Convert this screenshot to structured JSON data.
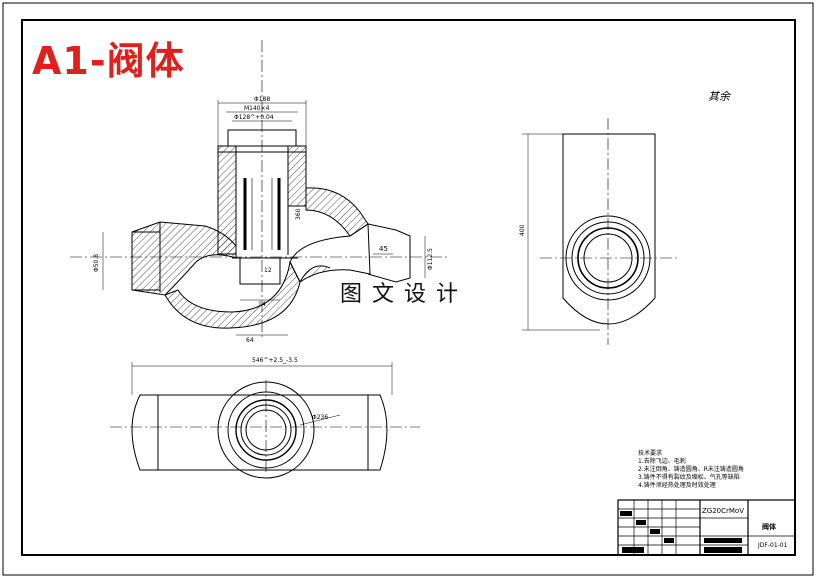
{
  "drawing": {
    "title_label": "A1-阀体",
    "watermark": "图文设计",
    "roughness_note": "其余",
    "dimensions": {
      "top_width_1": "Φ188",
      "top_width_2": "M140×4",
      "bore_fit": "Φ128^+0.04",
      "height_r": "360",
      "shaft_dia_1": "Φ50.8",
      "shaft_dia_2": "Φ112.5",
      "len_45": "45",
      "len_64": "64",
      "len_14": "14",
      "len_12": "12",
      "overall_length": "546^+2.5_-3.5",
      "side_height": "400",
      "bottom_circle": "Φ236"
    },
    "tech_notes": {
      "heading": "技术要求",
      "items": [
        "1.去除飞边、毛刺",
        "2.未注倒角、铸造圆角、R未注铸造圆角",
        "3.铸件不得有裂纹及缩松、气孔等缺陷",
        "4.铸件须经热处理及时效处理"
      ]
    },
    "title_block": {
      "material": "ZG20CrMoV",
      "part_name": "阀体",
      "drawing_no": "JDF-01-01"
    }
  }
}
